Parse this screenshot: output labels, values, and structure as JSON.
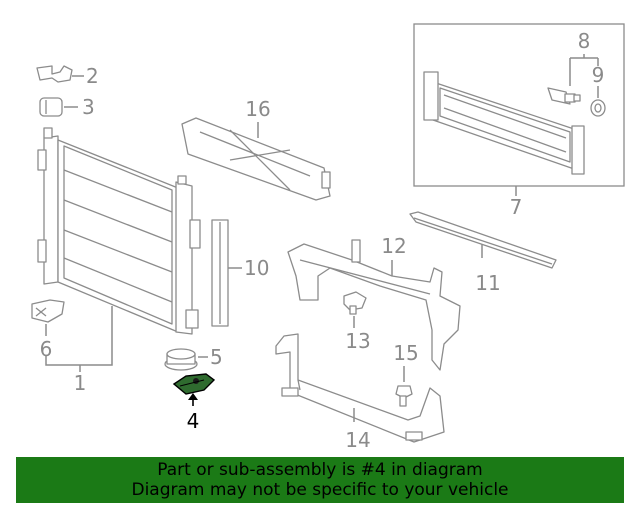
{
  "callouts": {
    "c1": "1",
    "c2": "2",
    "c3": "3",
    "c4": "4",
    "c5": "5",
    "c6": "6",
    "c7": "7",
    "c8": "8",
    "c9": "9",
    "c10": "10",
    "c11": "11",
    "c12": "12",
    "c13": "13",
    "c14": "14",
    "c15": "15",
    "c16": "16"
  },
  "highlighted_part": "4",
  "colors": {
    "banner": "#1b7a16",
    "highlight_part": "#2f6b2f",
    "line_art": "#8c8c8c"
  },
  "banner": {
    "line1": "Part or sub-assembly is #4 in diagram",
    "line2": "Diagram may not be specific to your vehicle"
  }
}
